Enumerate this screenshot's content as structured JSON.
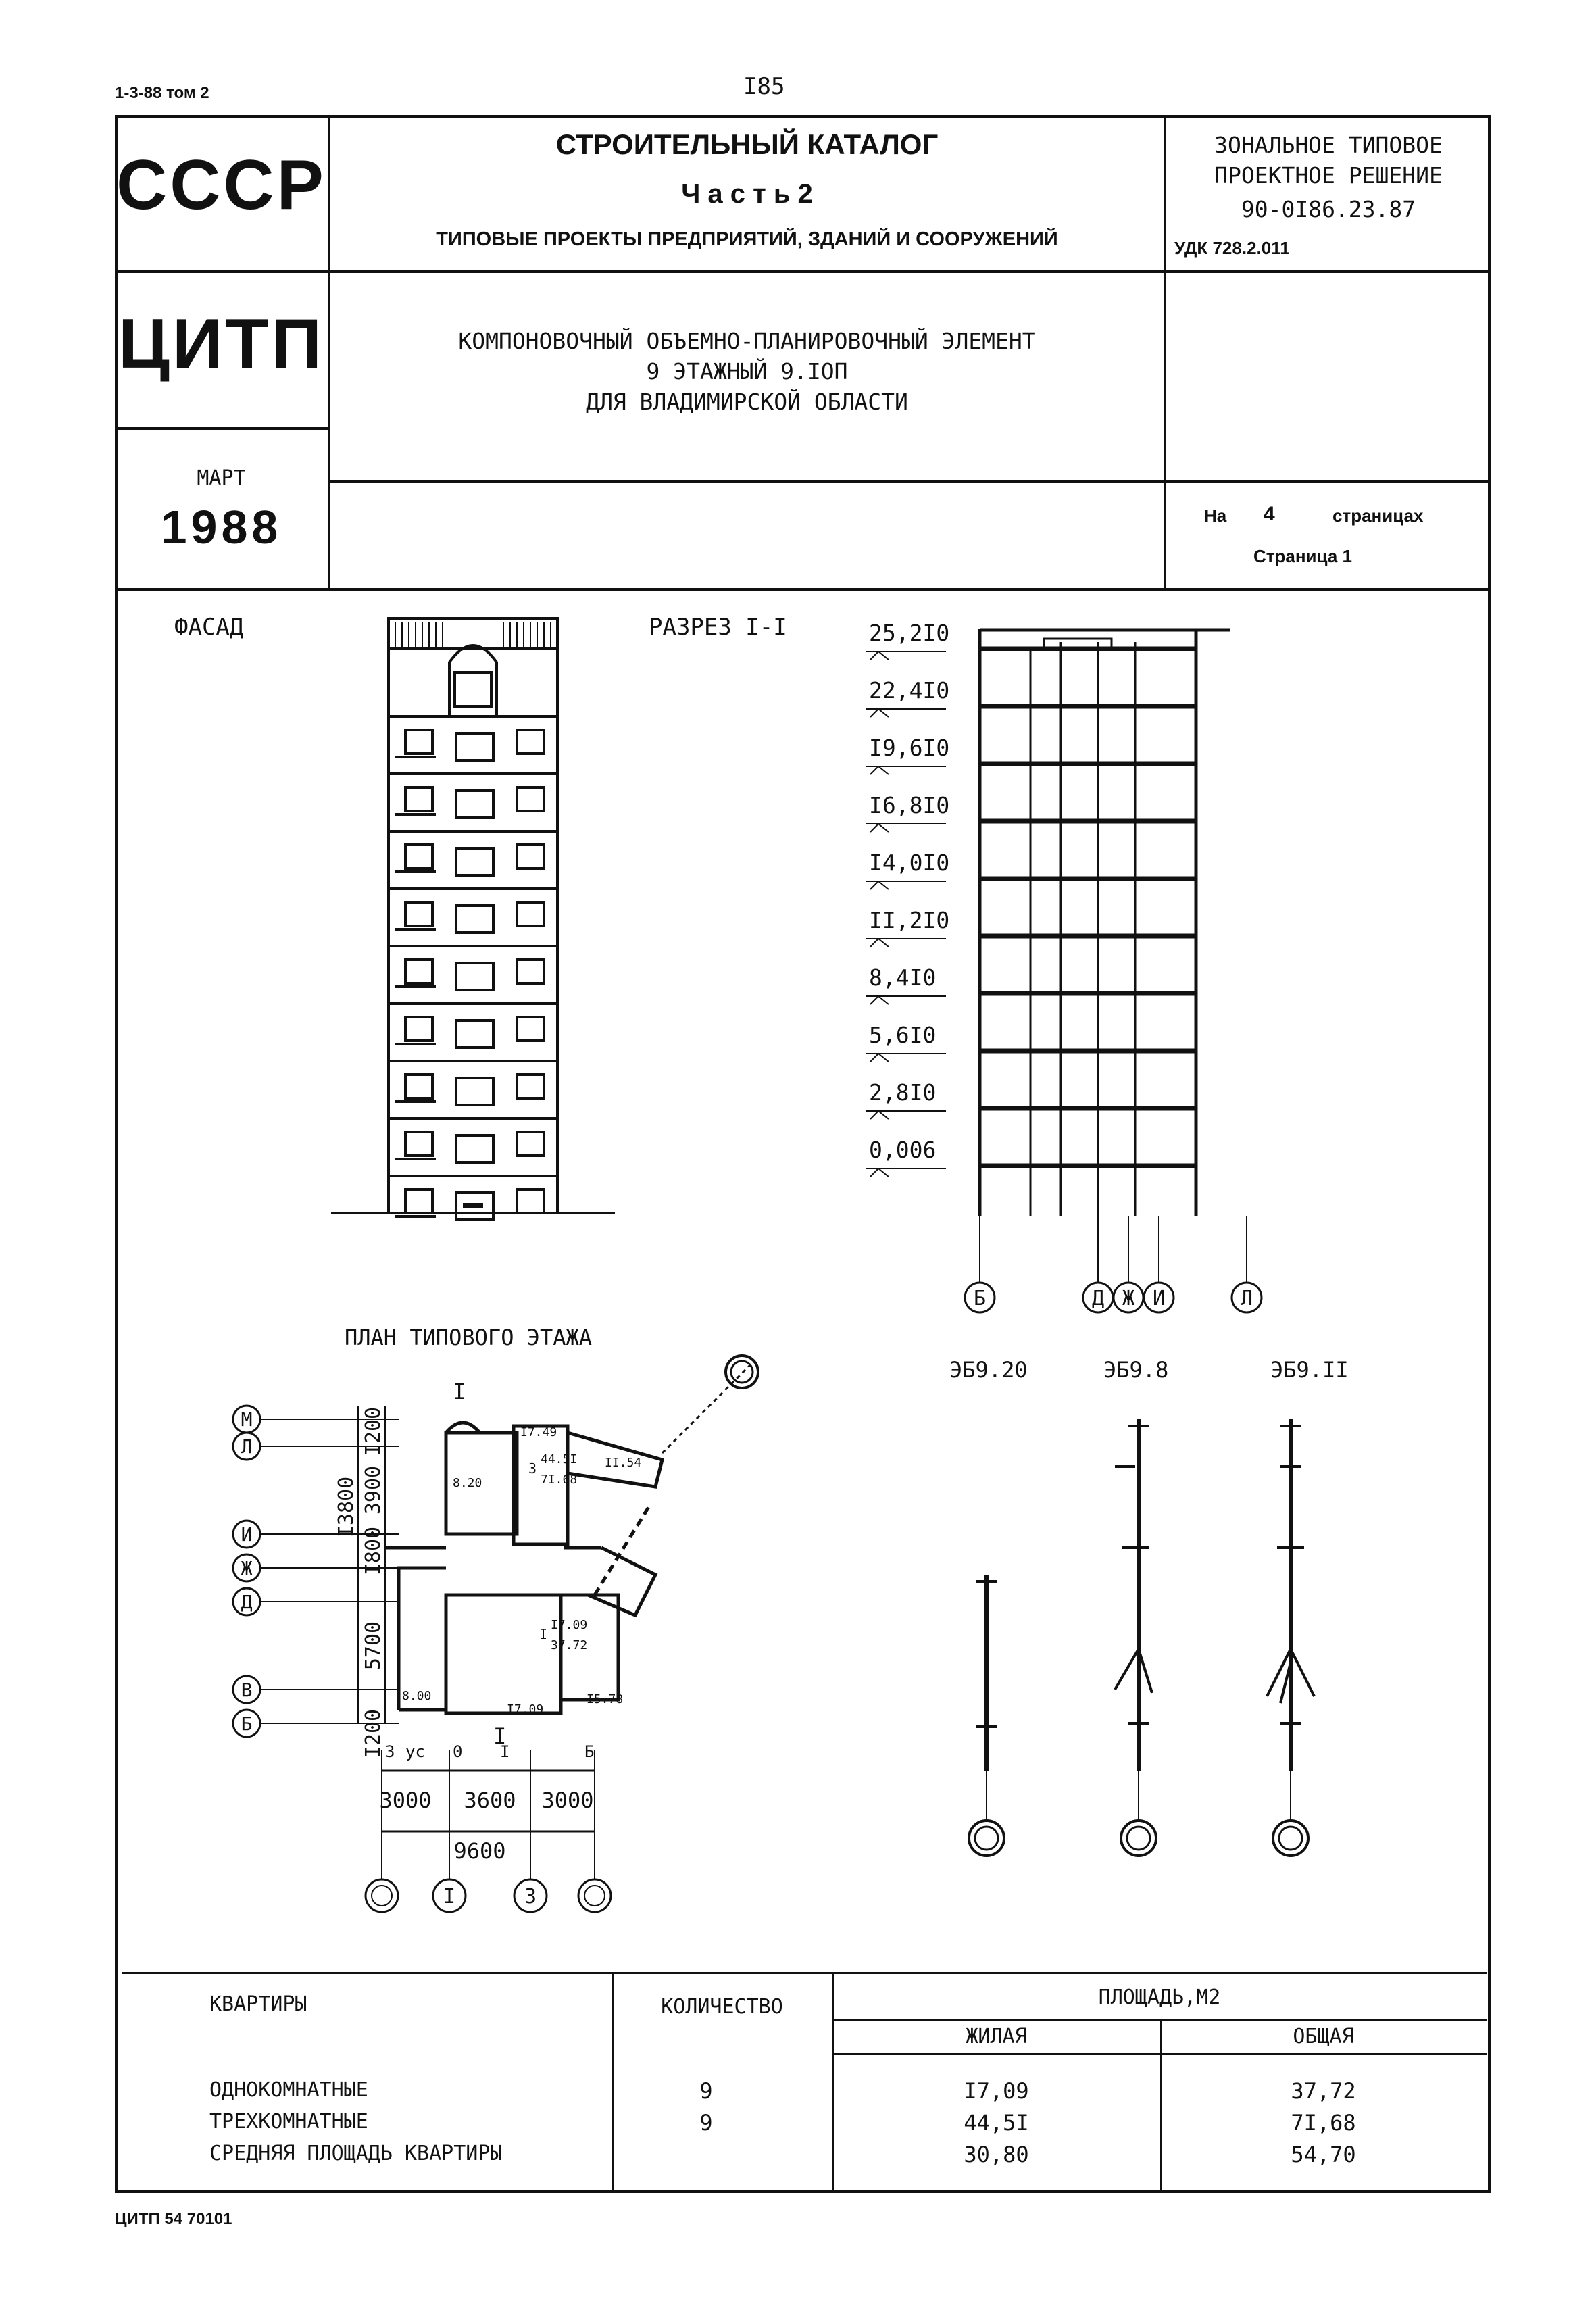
{
  "top": {
    "series": "1-3-88 том 2",
    "page_number": "I85"
  },
  "header": {
    "country": "СССР",
    "org": "ЦИТП",
    "month": "МАРТ",
    "year": "1988",
    "catalog_title": "СТРОИТЕЛЬНЫЙ КАТАЛОГ",
    "catalog_part": "Ч а с т ь  2",
    "catalog_subtitle": "ТИПОВЫЕ ПРОЕКТЫ ПРЕДПРИЯТИЙ, ЗДАНИЙ И СООРУЖЕНИЙ",
    "zonal_line1": "ЗОНАЛЬНОЕ ТИПОВОЕ",
    "zonal_line2": "ПРОЕКТНОЕ РЕШЕНИЕ",
    "zonal_code": "90-0I86.23.87",
    "udk": "УДК 728.2.011",
    "element_line1": "КОМПОНОВОЧНЫЙ ОБЪЕМНО-ПЛАНИРОВОЧНЫЙ ЭЛЕМЕНТ",
    "element_line2": "9 ЭТАЖНЫЙ 9.IОП",
    "element_line3": "ДЛЯ ВЛАДИМИРСКОЙ ОБЛАСТИ",
    "pages_prefix": "На",
    "pages_count": "4",
    "pages_suffix": "страницах",
    "page_label": "Страница 1"
  },
  "drawings": {
    "facade_label": "ФАСАД",
    "section_label": "РАЗРЕЗ I-I",
    "elevations": [
      "25,2I0",
      "22,4I0",
      "I9,6I0",
      "I6,8I0",
      "I4,0I0",
      "II,2I0",
      "8,4I0",
      "5,6I0",
      "2,8I0",
      "0,006"
    ],
    "section_axes": [
      "Б",
      "Д",
      "Ж",
      "И",
      "Л"
    ],
    "plan_label": "ПЛАН ТИПОВОГО ЭТАЖА",
    "plan_axes_left": [
      "М",
      "Л",
      "И",
      "Ж",
      "Д",
      "В",
      "Б"
    ],
    "plan_dims_left": [
      "I200",
      "3900",
      "I800",
      "5700",
      "I200"
    ],
    "plan_dim_total": "I3800",
    "plan_dims_bottom": [
      "3000",
      "3600",
      "3000"
    ],
    "plan_dim_bottom_total": "9600",
    "plan_axes_bottom": [
      "I",
      "3"
    ],
    "plan_cut_mark": "I",
    "plan_room_labels": [
      "I7.49",
      "8.20",
      "44.5I",
      "7I.68",
      "II.54",
      "I7.09",
      "37.72",
      "8.00",
      "I5.78",
      "I7.09"
    ],
    "plan_apartment_numbers": [
      "3",
      "I"
    ],
    "plan_bottom_marks": [
      "3",
      "ус",
      "0",
      "I",
      "Б"
    ],
    "connector_labels": [
      "ЭБ9.20",
      "ЭБ9.8",
      "ЭБ9.II"
    ]
  },
  "table": {
    "col_apartments": "КВАРТИРЫ",
    "col_quantity": "КОЛИЧЕСТВО",
    "col_area": "ПЛОЩАДЬ,М2",
    "col_living": "ЖИЛАЯ",
    "col_total": "ОБЩАЯ",
    "rows": [
      {
        "name": "ОДНОКОМНАТНЫЕ",
        "quantity": "9",
        "living": "I7,09",
        "total": "37,72"
      },
      {
        "name": "ТРЕХКОМНАТНЫЕ",
        "quantity": "9",
        "living": "44,5I",
        "total": "7I,68"
      },
      {
        "name": "СРЕДНЯЯ ПЛОЩАДЬ КВАРТИРЫ",
        "quantity": "",
        "living": "30,80",
        "total": "54,70"
      }
    ]
  },
  "footer": {
    "code": "ЦИТП 54 70101"
  }
}
